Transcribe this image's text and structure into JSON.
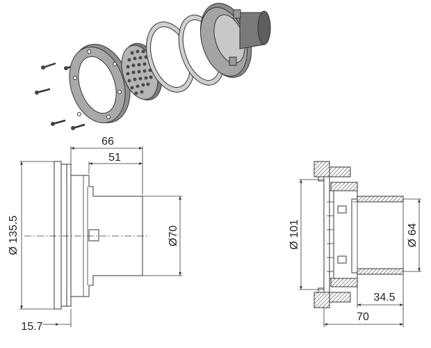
{
  "dimensions": {
    "side_view": {
      "overall_depth": "66",
      "body_depth": "51",
      "flange_diameter": "Ø 135.5",
      "body_diameter": "Ø70",
      "flange_thickness": "15.7"
    },
    "section_view": {
      "inner_diameter": "Ø 101",
      "outlet_diameter": "Ø 64",
      "outlet_length": "34.5",
      "overall_length": "70"
    }
  },
  "colors": {
    "line": "#333333",
    "part_grey": "#9a9a9a",
    "part_dark": "#6e6e6e"
  },
  "icons": [
    "screw-icon",
    "faceplate-ring-icon",
    "grille-icon",
    "gasket-icon",
    "flange-body-icon"
  ]
}
